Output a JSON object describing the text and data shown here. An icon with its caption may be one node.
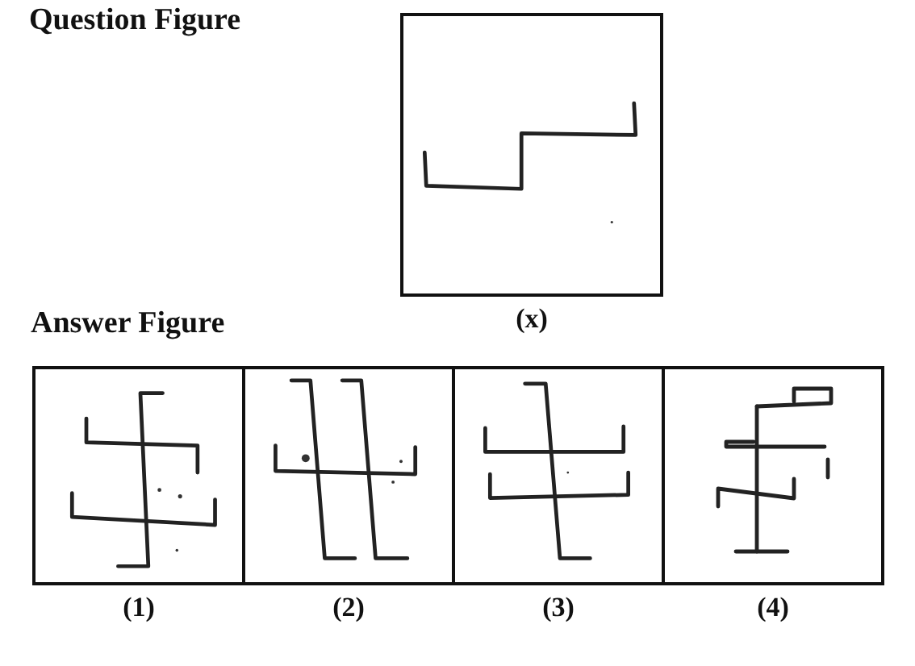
{
  "diagram": {
    "nodes": [
      {
        "text": [],
        "shape": "box",
        "beside": [
          "(x)"
        ]
      },
      {
        "text": [],
        "shape": "box",
        "beside": [
          "(1)"
        ]
      },
      {
        "text": [],
        "shape": "box",
        "beside": [
          "(2)"
        ]
      },
      {
        "text": [],
        "shape": "box",
        "beside": [
          "(3)"
        ]
      },
      {
        "text": [],
        "shape": "box",
        "beside": [
          "(4)"
        ]
      }
    ],
    "labels": [
      "Question Figure",
      "Answer Figure"
    ]
  }
}
